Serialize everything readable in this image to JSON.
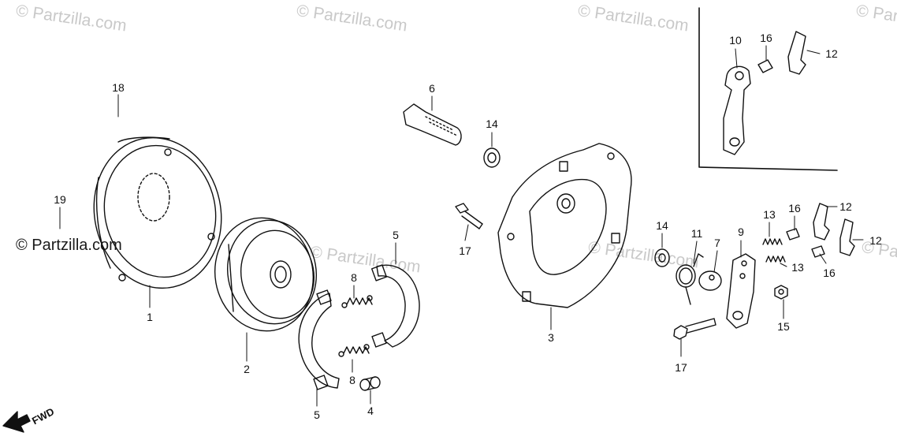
{
  "watermark": {
    "text": "© Partzilla.com",
    "primary_text": "© Partzilla.com"
  },
  "direction_label": "FWD",
  "callouts": [
    {
      "id": "p1",
      "label": "1"
    },
    {
      "id": "p2",
      "label": "2"
    },
    {
      "id": "p3",
      "label": "3"
    },
    {
      "id": "p4",
      "label": "4"
    },
    {
      "id": "p5a",
      "label": "5"
    },
    {
      "id": "p5b",
      "label": "5"
    },
    {
      "id": "p6",
      "label": "6"
    },
    {
      "id": "p7",
      "label": "7"
    },
    {
      "id": "p8a",
      "label": "8"
    },
    {
      "id": "p8b",
      "label": "8"
    },
    {
      "id": "p9",
      "label": "9"
    },
    {
      "id": "p10",
      "label": "10"
    },
    {
      "id": "p11",
      "label": "11"
    },
    {
      "id": "p12a",
      "label": "12"
    },
    {
      "id": "p12b",
      "label": "12"
    },
    {
      "id": "p12c",
      "label": "12"
    },
    {
      "id": "p13a",
      "label": "13"
    },
    {
      "id": "p13b",
      "label": "13"
    },
    {
      "id": "p14a",
      "label": "14"
    },
    {
      "id": "p14b",
      "label": "14"
    },
    {
      "id": "p15",
      "label": "15"
    },
    {
      "id": "p16a",
      "label": "16"
    },
    {
      "id": "p16b",
      "label": "16"
    },
    {
      "id": "p16c",
      "label": "16"
    },
    {
      "id": "p17a",
      "label": "17"
    },
    {
      "id": "p17b",
      "label": "17"
    },
    {
      "id": "p18",
      "label": "18"
    },
    {
      "id": "p19",
      "label": "19"
    }
  ]
}
